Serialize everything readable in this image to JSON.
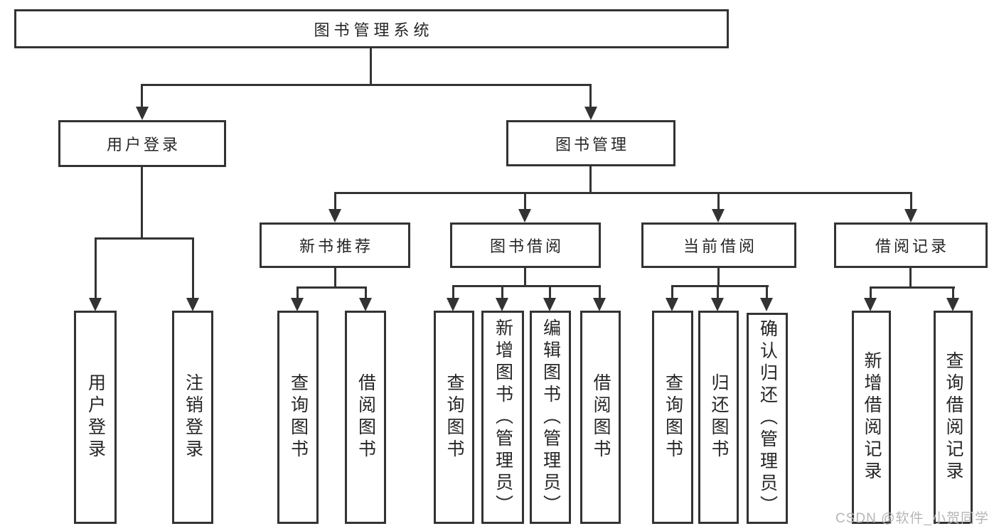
{
  "tree": {
    "root": "图书管理系统",
    "user_login": {
      "label": "用户登录",
      "children": [
        {
          "label": "用户登录"
        },
        {
          "label": "注销登录"
        }
      ]
    },
    "book_mgmt": {
      "label": "图书管理",
      "children": [
        {
          "label": "新书推荐",
          "children": [
            {
              "label": "查询图书"
            },
            {
              "label": "借阅图书"
            }
          ]
        },
        {
          "label": "图书借阅",
          "children": [
            {
              "label": "查询图书"
            },
            {
              "label": "新增图书（管理员）"
            },
            {
              "label": "编辑图书（管理员）"
            },
            {
              "label": "借阅图书"
            }
          ]
        },
        {
          "label": "当前借阅",
          "children": [
            {
              "label": "查询图书"
            },
            {
              "label": "归还图书"
            },
            {
              "label": "确认归还（管理员）"
            }
          ]
        },
        {
          "label": "借阅记录",
          "children": [
            {
              "label": "新增借阅记录"
            },
            {
              "label": "查询借阅记录"
            }
          ]
        }
      ]
    }
  },
  "watermark": "CSDN @软件_小贺同学",
  "colors": {
    "line": "#333333",
    "text": "#262626",
    "watermark": "#b5b5b5"
  }
}
